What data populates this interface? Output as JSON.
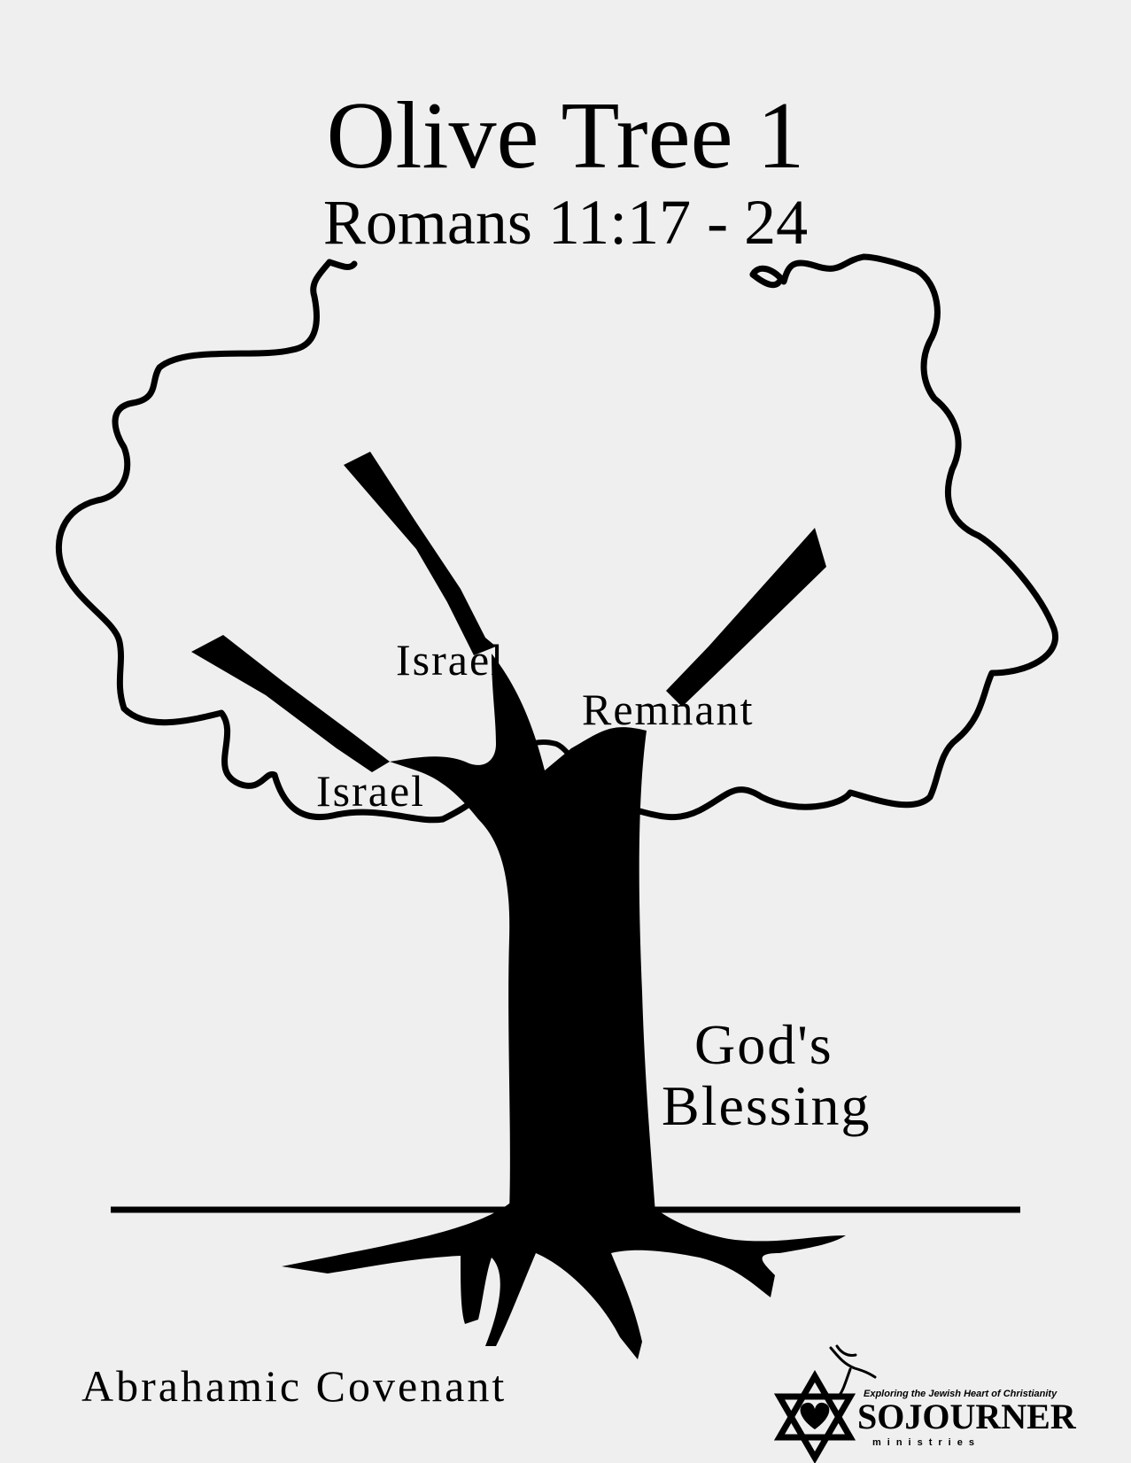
{
  "title": "Olive Tree 1",
  "subtitle": "Romans 11:17 - 24",
  "labels": {
    "israel_upper": "Israel",
    "remnant": "Remnant",
    "israel_lower": "Israel",
    "gods": "God's",
    "blessing": "Blessing",
    "abrahamic_covenant": "Abrahamic Covenant"
  },
  "logo": {
    "tagline": "Exploring the Jewish Heart of Christianity",
    "name": "SOJOURNER",
    "subname": "ministries"
  },
  "colors": {
    "background": "#efefef",
    "ink": "#000000"
  }
}
